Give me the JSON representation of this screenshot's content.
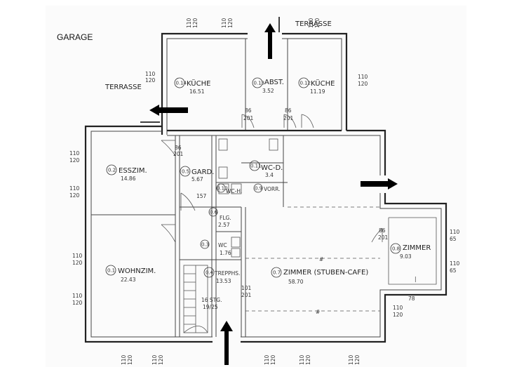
{
  "labels": {
    "garage": "GARAGE",
    "terrasse_top": "TERRASSE",
    "terrasse_left": "TERRASSE",
    "stair_note_a": "16 STG.",
    "stair_note_b": "19/25"
  },
  "rooms": [
    {
      "num": "0.14",
      "name": "KÜCHE",
      "area": "16.51"
    },
    {
      "num": "0.13",
      "name": "ABST.",
      "area": "3.52"
    },
    {
      "num": "0.12",
      "name": "KÜCHE",
      "area": "11.19"
    },
    {
      "num": "0.2",
      "name": "ESSZIM.",
      "area": "14.86"
    },
    {
      "num": "0.5",
      "name": "GARD.",
      "area": "5.67"
    },
    {
      "num": "0.11",
      "name": "WC-D.",
      "area": "3.4"
    },
    {
      "num": "0.10",
      "name": "WC-H.",
      "area": ""
    },
    {
      "num": "0.9",
      "name": "VORR.",
      "area": ""
    },
    {
      "num": "0.6",
      "name": "FLG.",
      "area": "2.57"
    },
    {
      "num": "0.3",
      "name": "WC",
      "area": "1.76"
    },
    {
      "num": "0.1",
      "name": "WOHNZIM.",
      "area": "22.43"
    },
    {
      "num": "0.4",
      "name": "TREPPHS.",
      "area": "13.53"
    },
    {
      "num": "0.7",
      "name": "ZIMMER (STUBEN-CAFE)",
      "area": "58.70"
    },
    {
      "num": "0.8",
      "name": "ZIMMER",
      "area": "9.03"
    }
  ],
  "dims": {
    "d110": "110",
    "d120": "120",
    "d65": "65",
    "d201": "201",
    "d86": "86",
    "d101": "101",
    "d157": "157",
    "d78": "78"
  },
  "arrows": [
    {
      "id": "arrow-top",
      "direction": "up"
    },
    {
      "id": "arrow-left",
      "direction": "left"
    },
    {
      "id": "arrow-right",
      "direction": "right"
    },
    {
      "id": "arrow-bottom",
      "direction": "up"
    }
  ]
}
